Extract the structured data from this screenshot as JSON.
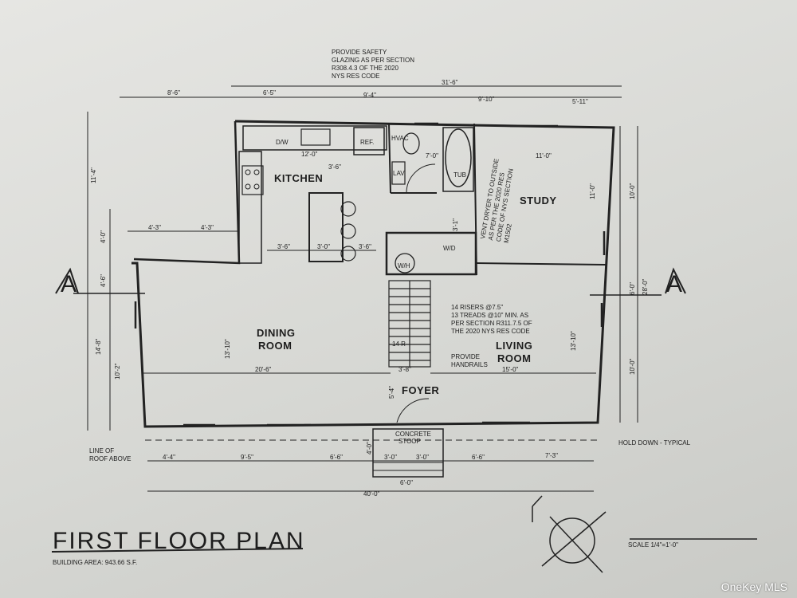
{
  "plan": {
    "title": "FIRST FLOOR PLAN",
    "building_area": "BUILDING AREA: 943.66 S.F.",
    "scale": "SCALE 1/4\"=1'-0\"",
    "section_mark": "A"
  },
  "rooms": {
    "kitchen": "KITCHEN",
    "study": "STUDY",
    "dining_1": "DINING",
    "dining_2": "ROOM",
    "living_1": "LIVING",
    "living_2": "ROOM",
    "foyer": "FOYER"
  },
  "fixtures": {
    "dw": "D/W",
    "ref": "REF.",
    "wh": "W/H",
    "wd": "W/D",
    "tub": "TUB",
    "lav": "LAV",
    "hvac": "HVAC"
  },
  "notes": {
    "glazing": [
      "PROVIDE SAFETY",
      "GLAZING AS PER SECTION",
      "R308.4.3 OF THE 2020",
      "NYS RES CODE"
    ],
    "dryer": [
      "VENT DRYER TO OUTSIDE",
      "AS PER THE 2020 RES",
      "CODE OF NYS SECTION",
      "M1502"
    ],
    "risers": [
      "14 RISERS @7.5\"",
      "13 TREADS @10\" MIN. AS",
      "PER SECTION R311.7.5 OF",
      "THE 2020 NYS RES CODE"
    ],
    "handrails": [
      "PROVIDE",
      "HANDRAILS"
    ],
    "stoop": [
      "CONCRETE",
      "STOOP"
    ],
    "roof": [
      "LINE OF",
      "ROOF ABOVE"
    ],
    "holddown": "HOLD DOWN - TYPICAL",
    "stair_up": "14 R"
  },
  "dims": {
    "top_1": "8'-6\"",
    "top_2": "6'-5\"",
    "top_3": "9'-4\"",
    "top_4": "9'-10\"",
    "top_5": "5'-11\"",
    "overall_top": "31'-6\"",
    "kit_12": "12'-0\"",
    "kit_36": "3'-6\"",
    "bath_70": "7'-0\"",
    "study_11": "11'-0\"",
    "left_43a": "4'-3\"",
    "left_43b": "4'-3\"",
    "island_a": "3'-6\"",
    "island_b": "3'-0\"",
    "island_c": "3'-6\"",
    "dining_w": "20'-6\"",
    "stair_w": "3'-8\"",
    "living_w": "15'-0\"",
    "left_114": "11'-4\"",
    "left_40": "4'-0\"",
    "left_46": "4'-6\"",
    "left_148": "14'-8\"",
    "left_102": "10'-2\"",
    "dining_h": "13'-10\"",
    "living_h": "13'-10\"",
    "study_h": "11'-0\"",
    "right_100": "10'-0\"",
    "right_60": "6'-0\"",
    "right_280": "28'-0\"",
    "right_100b": "10'-0\"",
    "bot_1": "4'-4\"",
    "bot_2": "9'-5\"",
    "bot_3": "6'-6\"",
    "bot_4": "3'-0\"",
    "bot_5": "3'-0\"",
    "bot_6": "6'-6\"",
    "bot_7": "7'-3\"",
    "stoop_w": "6'-0\"",
    "overall_bot": "40'-0\"",
    "foyer_54": "5'-4\"",
    "stoop_40": "4'-0\"",
    "stair_31": "3'-1\""
  },
  "watermark": "OneKey MLS"
}
